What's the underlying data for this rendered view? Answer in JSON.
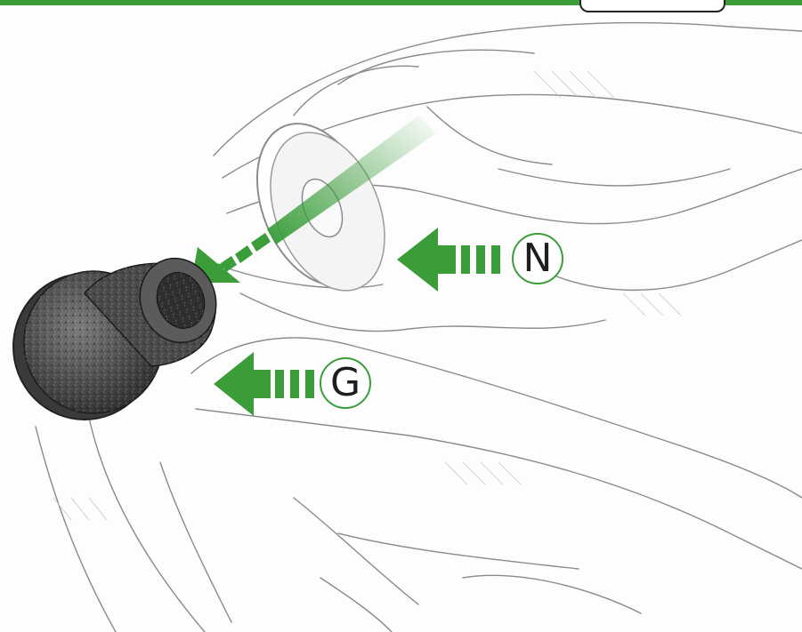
{
  "illustration": {
    "subject": "hands-holding-grommet-and-washer",
    "accent_color": "#3a9d3a",
    "icons": [
      "arrow-left-icon",
      "arrow-down-left-icon"
    ]
  },
  "callouts": {
    "n": {
      "label": "N"
    },
    "g": {
      "label": "G"
    }
  }
}
